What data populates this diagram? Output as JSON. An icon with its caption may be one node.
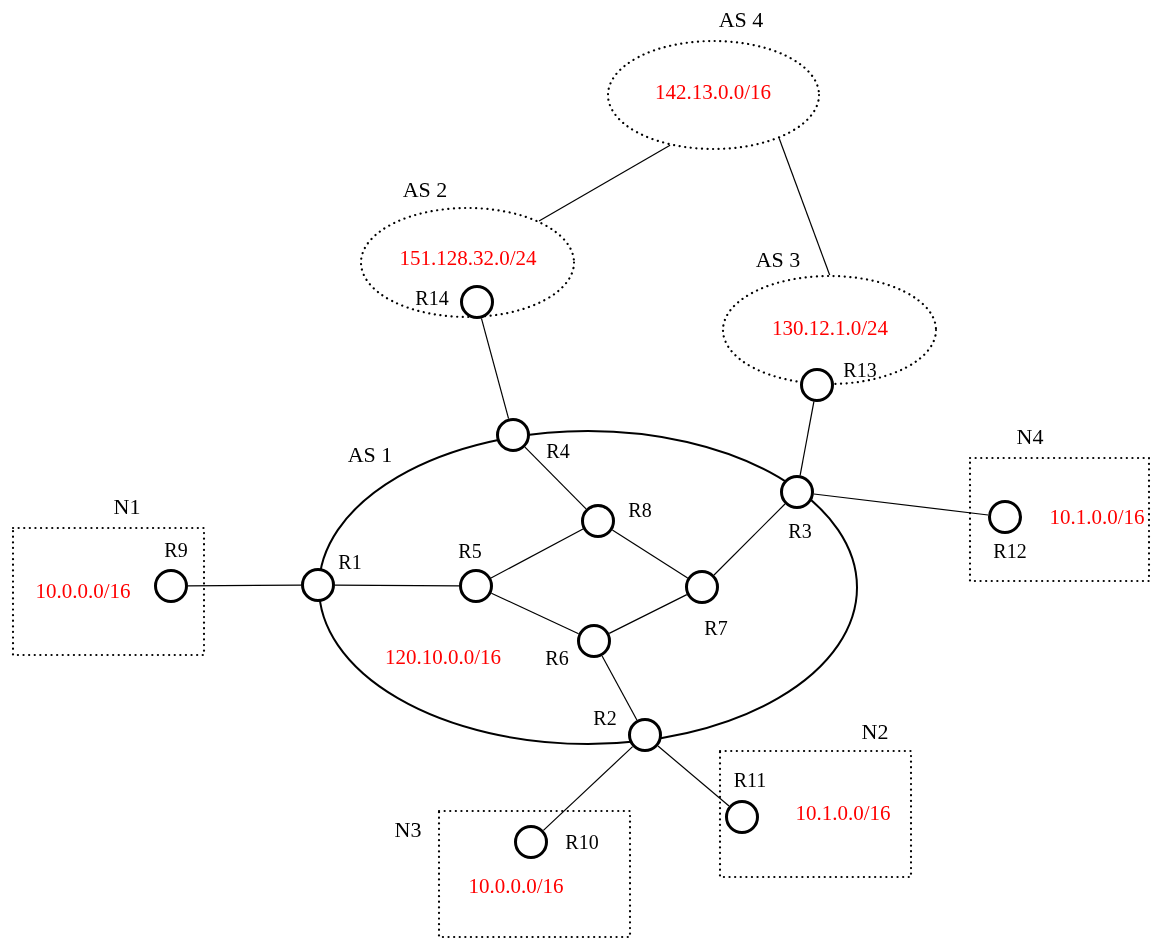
{
  "diagram": {
    "nodes": [
      {
        "text": [
          "AS 4",
          "142.13.0.0/16"
        ]
      },
      {
        "text": [
          "AS 2",
          "151.128.32.0/24"
        ]
      },
      {
        "text": [
          "AS 3",
          "130.12.1.0/24"
        ]
      },
      {
        "text": [],
        "shape": "circle",
        "beside": [
          "R14"
        ],
        "in": 1
      },
      {
        "text": [],
        "shape": "circle",
        "beside": [
          "R13"
        ]
      },
      {
        "text": [
          "AS 1",
          "120.10.0.0/16"
        ]
      },
      {
        "text": [],
        "shape": "circle",
        "beside": [
          "R4"
        ]
      },
      {
        "text": [
          "N4",
          "10.1.0.0/16"
        ]
      },
      {
        "text": [],
        "shape": "circle",
        "beside": [
          "R3"
        ],
        "in": 5
      },
      {
        "text": [
          "N1",
          "10.0.0.0/16"
        ]
      },
      {
        "text": [],
        "shape": "circle",
        "beside": [
          "R8"
        ],
        "in": 5
      },
      {
        "text": [],
        "shape": "circle",
        "beside": [
          "R12"
        ],
        "in": 7
      },
      {
        "text": [],
        "shape": "circle",
        "beside": [
          "R9"
        ],
        "in": 9
      },
      {
        "text": [],
        "shape": "circle",
        "beside": [
          "R1"
        ]
      },
      {
        "text": [],
        "shape": "circle",
        "beside": [
          "R5"
        ],
        "in": 5
      },
      {
        "text": [],
        "shape": "circle",
        "beside": [
          "R7"
        ],
        "in": 5
      },
      {
        "text": [],
        "shape": "circle",
        "beside": [
          "R6"
        ],
        "in": 5
      },
      {
        "text": [],
        "shape": "circle",
        "beside": [
          "R2"
        ]
      },
      {
        "text": [
          "N2",
          "10.1.0.0/16"
        ]
      },
      {
        "text": [
          "N3",
          "10.0.0.0/16"
        ]
      },
      {
        "text": [],
        "shape": "circle",
        "beside": [
          "R11"
        ],
        "in": 18
      },
      {
        "text": [],
        "shape": "circle",
        "beside": [
          "R10"
        ],
        "in": 19
      }
    ],
    "edges": [
      {
        "from": 0,
        "to": 1,
        "arrow": "none"
      },
      {
        "from": 0,
        "to": 2,
        "arrow": "none"
      },
      {
        "from": 3,
        "to": 6,
        "arrow": "none"
      },
      {
        "from": 4,
        "to": 8,
        "arrow": "none"
      },
      {
        "from": 6,
        "to": 10,
        "arrow": "none"
      },
      {
        "from": 8,
        "to": 11,
        "arrow": "none"
      },
      {
        "from": 8,
        "to": 15,
        "arrow": "none"
      },
      {
        "from": 12,
        "to": 13,
        "arrow": "none"
      },
      {
        "from": 13,
        "to": 14,
        "arrow": "none"
      },
      {
        "from": 14,
        "to": 10,
        "arrow": "none"
      },
      {
        "from": 14,
        "to": 16,
        "arrow": "none"
      },
      {
        "from": 10,
        "to": 15,
        "arrow": "none"
      },
      {
        "from": 16,
        "to": 15,
        "arrow": "none"
      },
      {
        "from": 16,
        "to": 17,
        "arrow": "none"
      },
      {
        "from": 17,
        "to": 20,
        "arrow": "none"
      },
      {
        "from": 17,
        "to": 21,
        "arrow": "none"
      }
    ]
  }
}
